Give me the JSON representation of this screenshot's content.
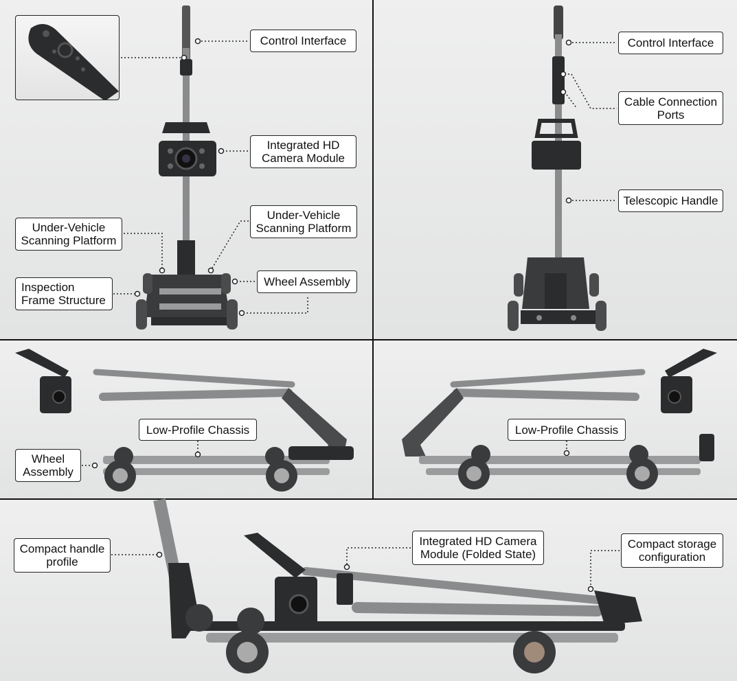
{
  "colors": {
    "background": "#e9eaea",
    "divider": "#111111",
    "metal": "#8a8b8c",
    "plastic": "#2b2c2e",
    "wheel": "#4a4b4c",
    "callout_border": "#222222"
  },
  "panels": {
    "front_view": {
      "control_interface": "Control Interface",
      "camera_module": "Integrated HD\nCamera Module",
      "platform_left": "Under-Vehicle\nScanning Platform",
      "platform_right": "Under-Vehicle\nScanning Platform",
      "frame_structure": "Inspection\nFrame Structure",
      "wheel_assembly": "Wheel Assembly"
    },
    "rear_view": {
      "control_interface": "Control Interface",
      "cable_ports": "Cable Connection\nPorts",
      "telescopic_handle": "Telescopic Handle"
    },
    "side_left": {
      "chassis": "Low-Profile Chassis",
      "wheel_assembly": "Wheel\nAssembly"
    },
    "side_right": {
      "chassis": "Low-Profile Chassis"
    },
    "folded": {
      "handle_profile": "Compact handle\nprofile",
      "camera_folded": "Integrated HD Camera\nModule (Folded State)",
      "storage_config": "Compact storage\nconfiguration"
    }
  }
}
